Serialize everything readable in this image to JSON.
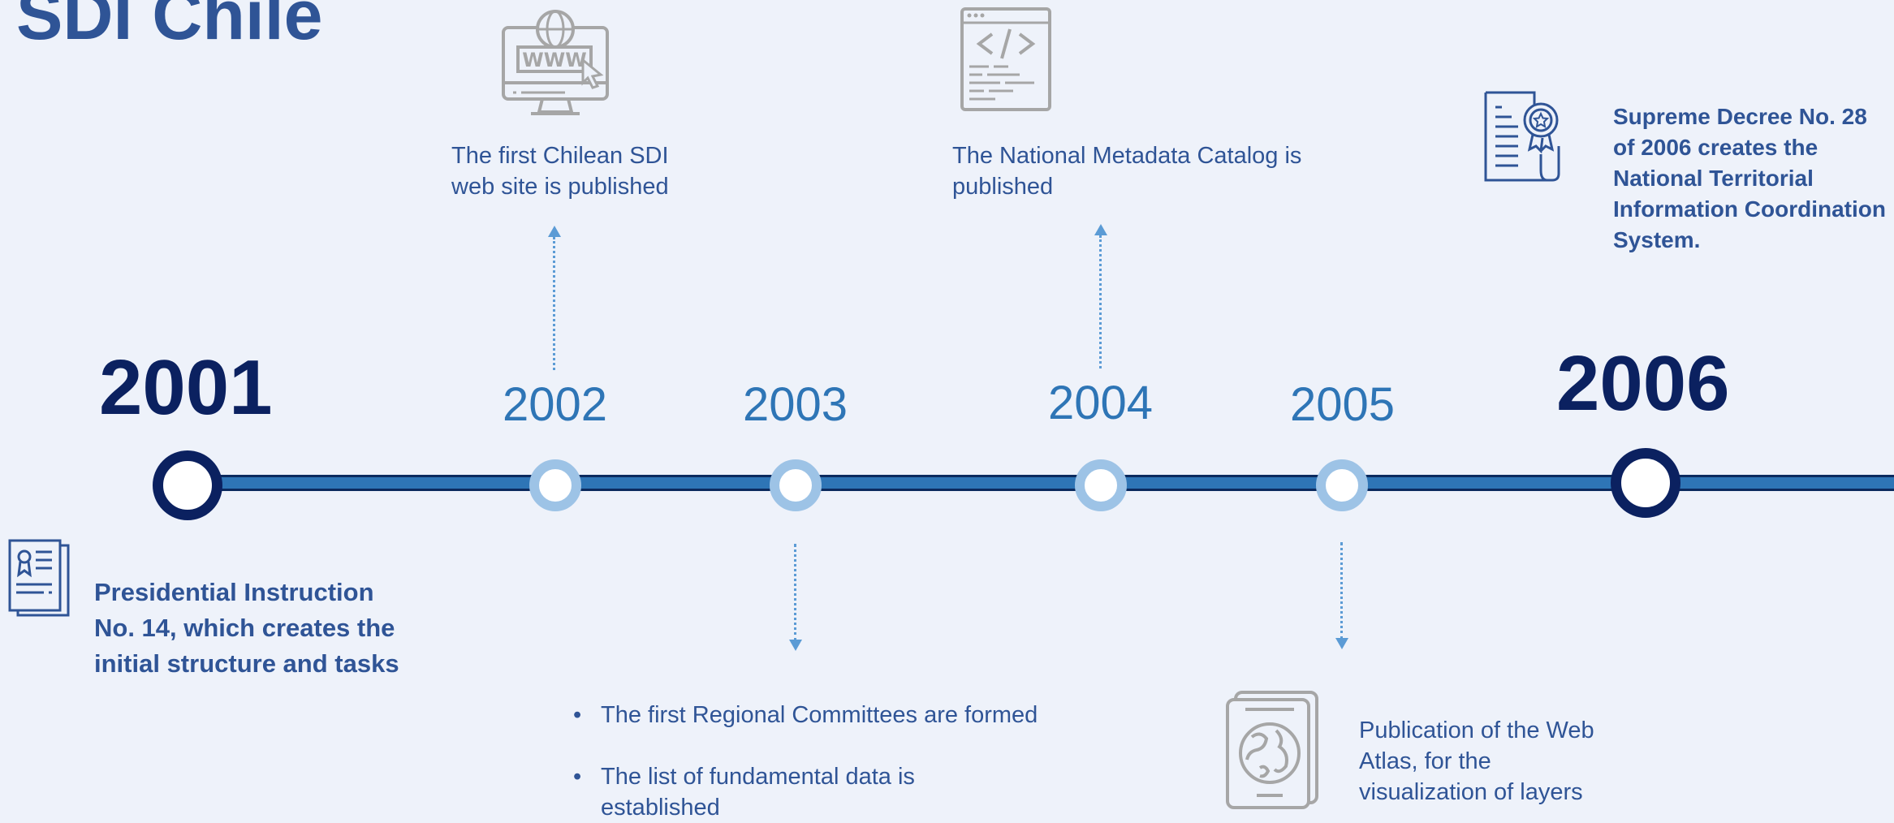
{
  "title": "SDI Chile",
  "colors": {
    "background": "#eef2fa",
    "title": "#2f5496",
    "major_year": "#0b2160",
    "minor_year": "#2e75b6",
    "timeline": "#2e75b6",
    "minor_ring": "#9dc3e6",
    "arrow": "#5b9bd5",
    "icon_gray": "#a6a6a6",
    "icon_blue": "#2f5496"
  },
  "years": {
    "y2001": "2001",
    "y2002": "2002",
    "y2003": "2003",
    "y2004": "2004",
    "y2005": "2005",
    "y2006": "2006"
  },
  "events": {
    "e2001": {
      "icon": "certificate-icon",
      "lines": [
        "Presidential Instruction",
        "No. 14, which creates the",
        "initial structure and tasks"
      ]
    },
    "e2002": {
      "icon": "www-monitor-icon",
      "lines": [
        "The first Chilean SDI",
        "web site is published"
      ]
    },
    "e2003": {
      "bullets": [
        {
          "lines": [
            "The first Regional Committees are formed"
          ]
        },
        {
          "lines": [
            "The list of fundamental data is",
            "established"
          ]
        }
      ]
    },
    "e2004": {
      "icon": "code-window-icon",
      "lines": [
        "The National Metadata Catalog is",
        "published"
      ]
    },
    "e2005": {
      "icon": "world-atlas-icon",
      "lines": [
        "Publication of the Web",
        "Atlas, for the",
        "visualization of layers"
      ]
    },
    "e2006": {
      "icon": "decree-document-icon",
      "lines": [
        "Supreme Decree No. 28",
        "of 2006 creates the",
        "National Territorial",
        "Information Coordination",
        "System."
      ]
    }
  }
}
